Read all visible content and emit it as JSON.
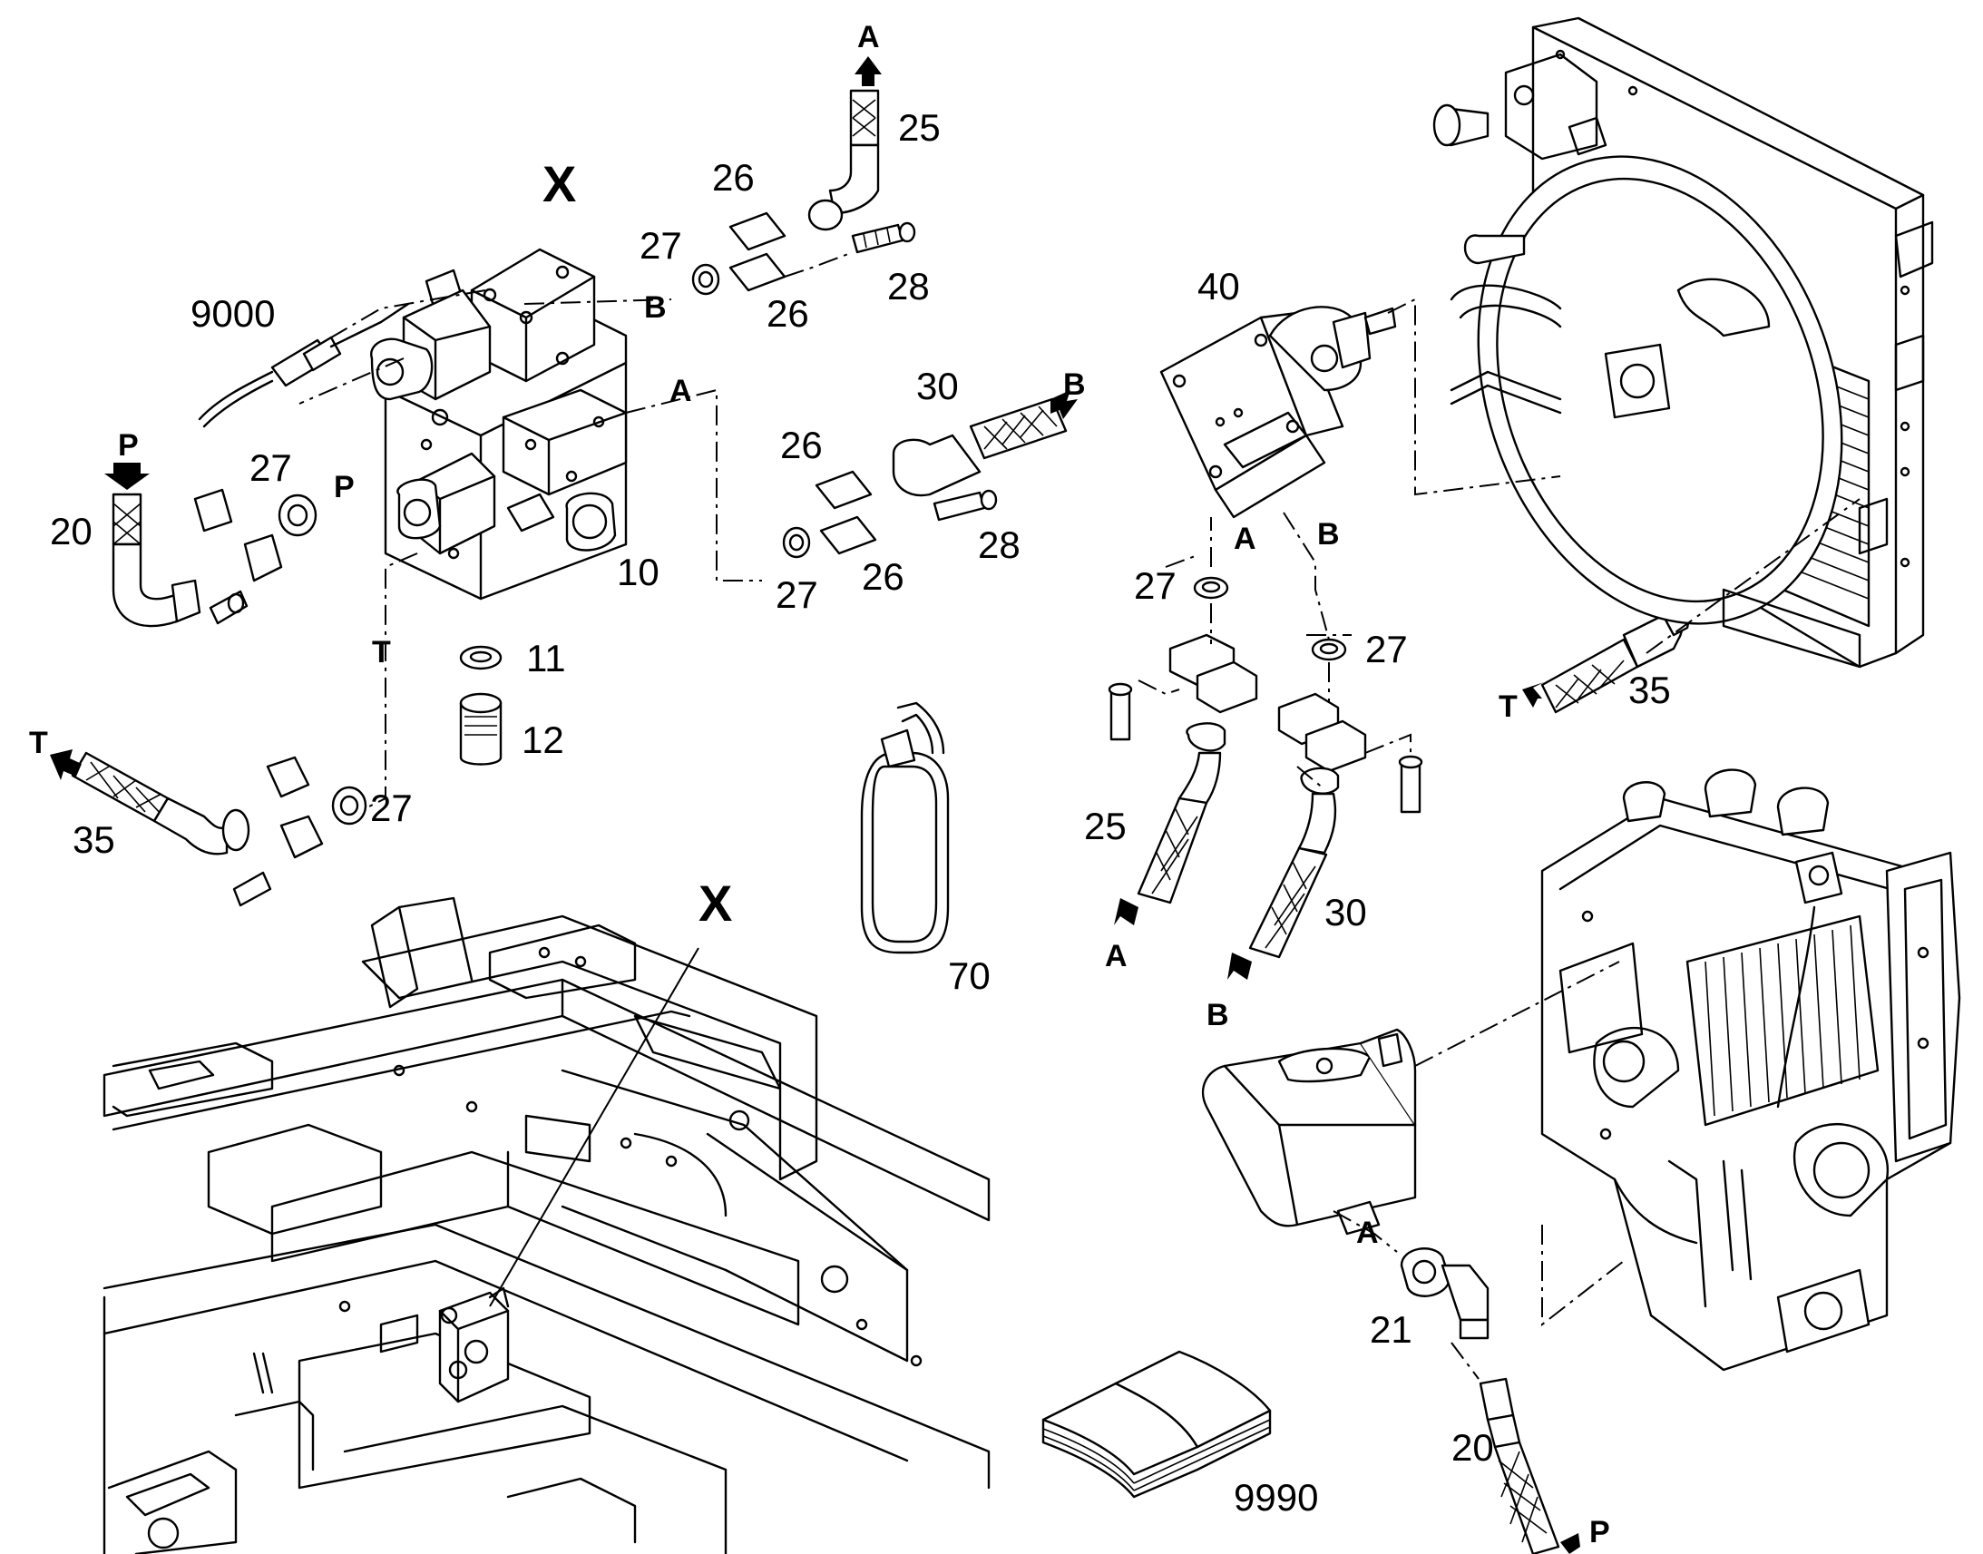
{
  "callouts": {
    "n9000": "9000",
    "n20a": "20",
    "n27a": "27",
    "n10": "10",
    "n11": "11",
    "n12": "12",
    "n27b": "27",
    "n35a": "35",
    "n27c": "27",
    "n26a": "26",
    "n26b": "26",
    "n28a": "28",
    "n25a": "25",
    "n30a": "30",
    "n26c": "26",
    "n26d": "26",
    "n28b": "28",
    "n27d": "27",
    "n70": "70",
    "n40": "40",
    "n27e": "27",
    "n27f": "27",
    "n25b": "25",
    "n30b": "30",
    "n35b": "35",
    "n21": "21",
    "n20b": "20",
    "n9990": "9990"
  },
  "ports": {
    "p_in": "P",
    "p_valve": "P",
    "b_valve": "B",
    "a_valve": "A",
    "t_valve": "T",
    "t_out": "T",
    "a_top": "A",
    "b_hose": "B",
    "a_motor": "A",
    "b_motor": "B",
    "a_hose_end": "A",
    "b_hose_end": "B",
    "t_cooler": "T",
    "a_pump": "A",
    "p_out": "P"
  },
  "detail_marks": {
    "x_top": "X",
    "x_bottom": "X"
  },
  "icons": [
    "hydraulic-valve-block-icon",
    "fan-motor-icon",
    "radiator-cooler-icon",
    "engine-icon",
    "pump-icon",
    "chassis-frame-icon",
    "manual-book-icon",
    "hose-icon",
    "flange-clamp-icon",
    "seal-ring-icon",
    "bolt-icon",
    "cable-tie-icon"
  ]
}
